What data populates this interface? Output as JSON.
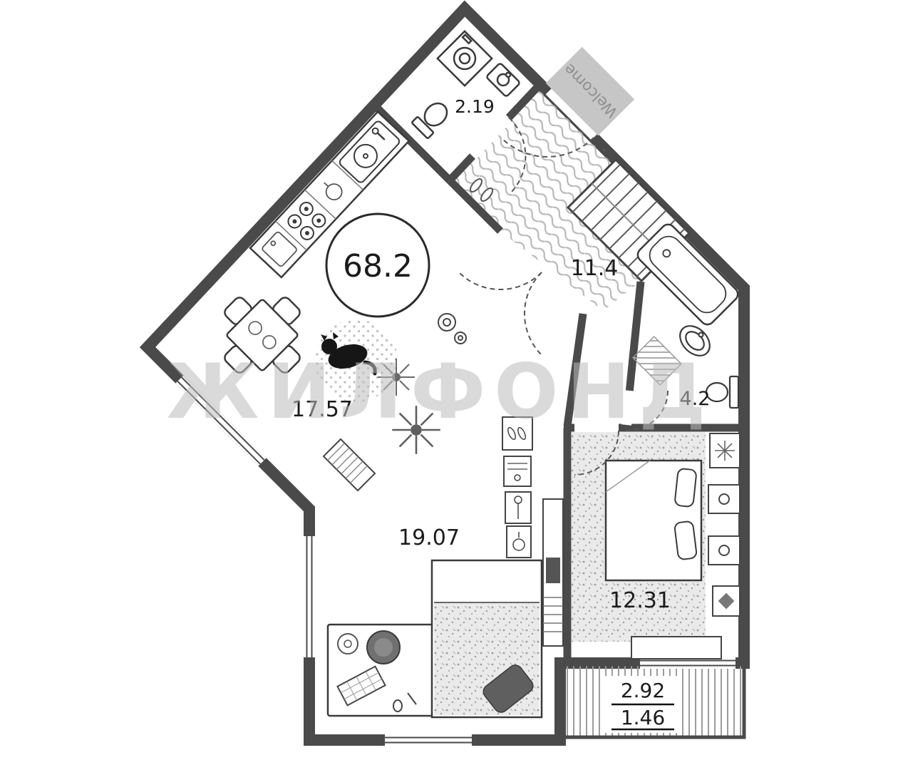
{
  "plan": {
    "watermark": "ЖИЛФОНД",
    "total_area": "68.2",
    "doormat": "Welcome",
    "rooms": {
      "wc": {
        "area": "2.19"
      },
      "hallway": {
        "area": "11.4"
      },
      "bathroom": {
        "area": "4.2"
      },
      "kitchen_living": {
        "area": "17.57"
      },
      "living_room": {
        "area": "19.07"
      },
      "bedroom": {
        "area": "12.31"
      }
    },
    "balcony": {
      "upper": "2.92",
      "lower": "1.46"
    },
    "colors": {
      "wall": "#4a4a4a",
      "texture": "#b5b5b5",
      "watermark": "#bdbdbd"
    }
  }
}
